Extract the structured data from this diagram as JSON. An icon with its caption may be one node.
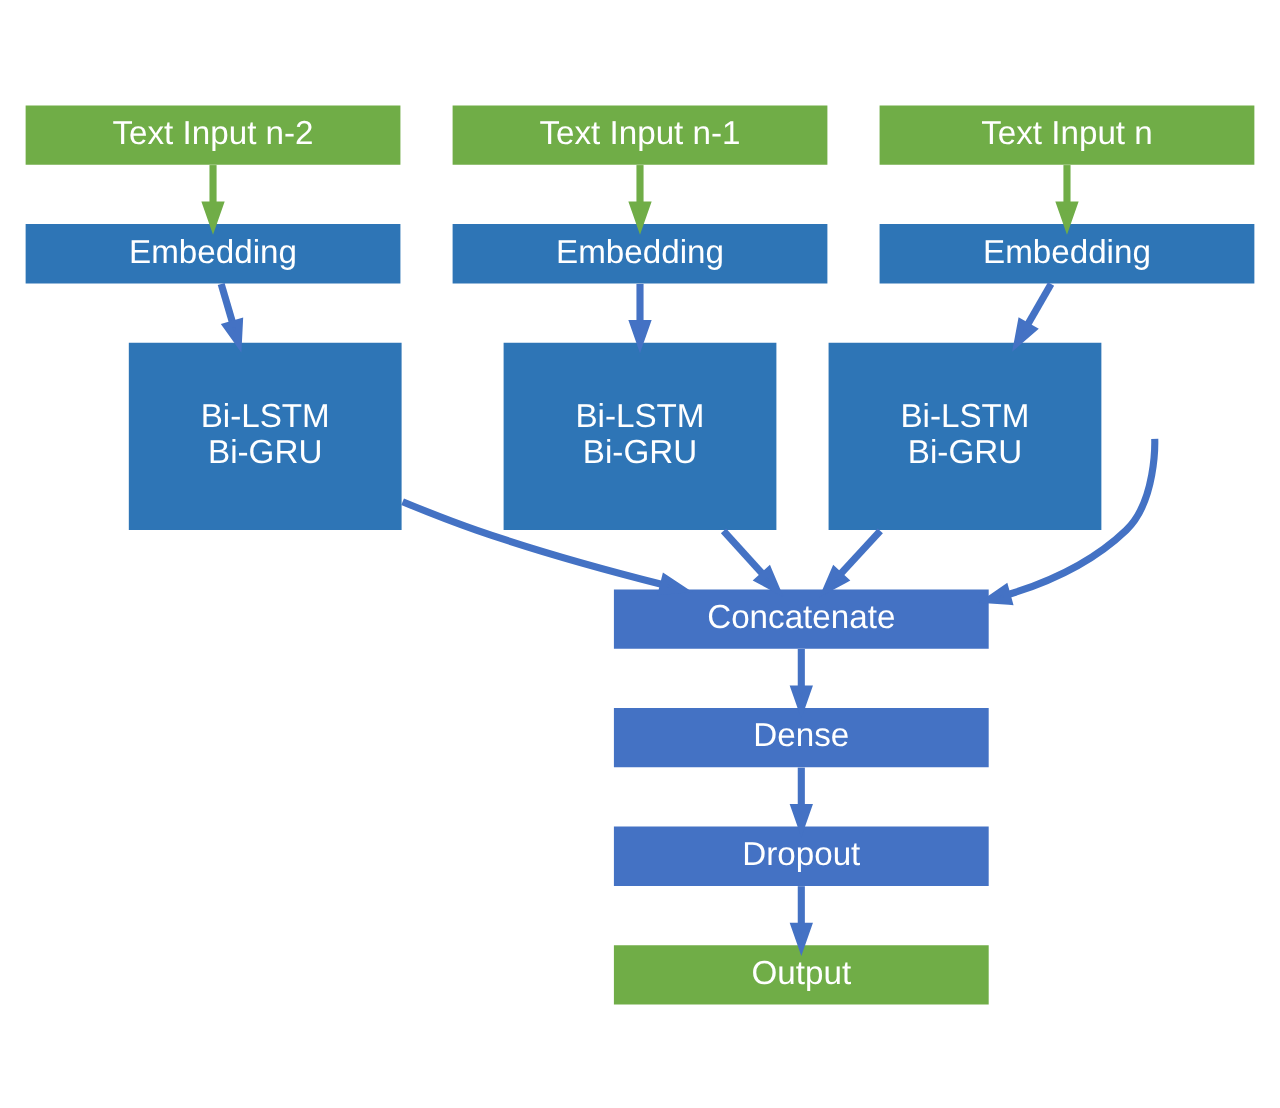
{
  "diagram": {
    "nodes": [
      {
        "text": [
          "Text Input n-2"
        ]
      },
      {
        "text": [
          "Text Input n-1"
        ]
      },
      {
        "text": [
          "Text Input n"
        ]
      },
      {
        "text": [
          "Embedding"
        ]
      },
      {
        "text": [
          "Embedding"
        ]
      },
      {
        "text": [
          "Embedding"
        ]
      },
      {
        "text": [
          "Bi-LSTM",
          "Bi-GRU"
        ]
      },
      {
        "text": [
          "Bi-LSTM",
          "Bi-GRU"
        ]
      },
      {
        "text": [
          "Bi-LSTM",
          "Bi-GRU"
        ]
      },
      {
        "text": [
          "Concatenate"
        ]
      },
      {
        "text": [
          "Dense"
        ]
      },
      {
        "text": [
          "Dropout"
        ]
      },
      {
        "text": [
          "Output"
        ]
      }
    ],
    "edges": [
      {
        "from": 0,
        "to": 3,
        "arrow": "to",
        "color": "#70ad47"
      },
      {
        "from": 1,
        "to": 4,
        "arrow": "to",
        "color": "#70ad47"
      },
      {
        "from": 2,
        "to": 5,
        "arrow": "to",
        "color": "#70ad47"
      },
      {
        "from": 3,
        "to": 6,
        "arrow": "to"
      },
      {
        "from": 4,
        "to": 7,
        "arrow": "to"
      },
      {
        "from": 5,
        "to": 8,
        "arrow": "to"
      },
      {
        "from": null,
        "to": 9,
        "arrow": "to"
      },
      {
        "from": 6,
        "to": 9,
        "arrow": "to"
      },
      {
        "from": 7,
        "to": 9,
        "arrow": "to"
      },
      {
        "from": 8,
        "to": 9,
        "arrow": "to"
      },
      {
        "from": 9,
        "to": 10,
        "arrow": "to"
      },
      {
        "from": 10,
        "to": 11,
        "arrow": "to"
      },
      {
        "from": 11,
        "to": 12,
        "arrow": "to"
      }
    ]
  }
}
